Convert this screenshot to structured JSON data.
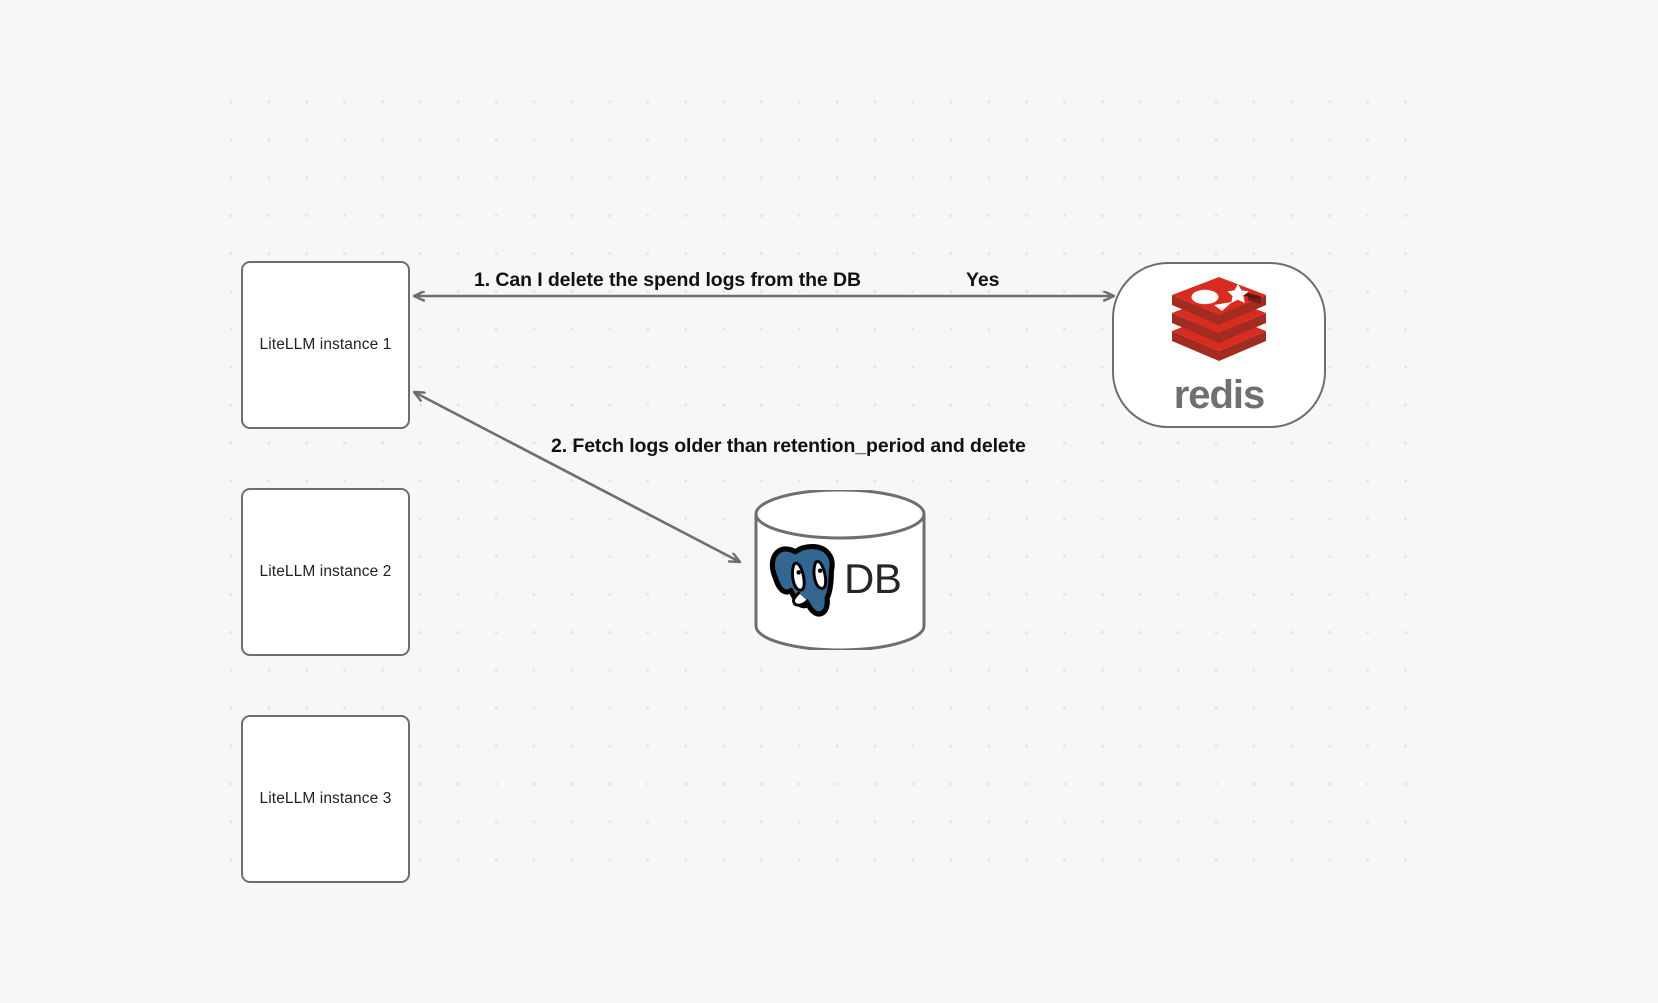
{
  "canvas": {
    "background_color": "#f7f7f7",
    "grid_dot_color": "#e6e6e6",
    "stroke_color": "#6e6e6e"
  },
  "nodes": [
    {
      "id": "litellm-1",
      "label": "LiteLLM instance 1",
      "shape": "rounded-rect"
    },
    {
      "id": "litellm-2",
      "label": "LiteLLM instance 2",
      "shape": "rounded-rect"
    },
    {
      "id": "litellm-3",
      "label": "LiteLLM instance 3",
      "shape": "rounded-rect"
    },
    {
      "id": "redis",
      "label": "redis",
      "shape": "stadium",
      "logo": "redis-logo-icon",
      "logo_color": "#d82c20"
    },
    {
      "id": "database",
      "label": "DB",
      "shape": "cylinder",
      "logo": "postgresql-elephant-icon",
      "logo_color": "#336791"
    }
  ],
  "edges": [
    {
      "id": "edge-1",
      "label": "1.  Can I delete the spend logs from the DB",
      "reply_label": "Yes",
      "from": "litellm-1",
      "to": "redis",
      "direction": "bidirectional"
    },
    {
      "id": "edge-2",
      "label": "2.  Fetch logs older than retention_period and delete",
      "from": "litellm-1",
      "to": "database",
      "direction": "bidirectional"
    }
  ]
}
